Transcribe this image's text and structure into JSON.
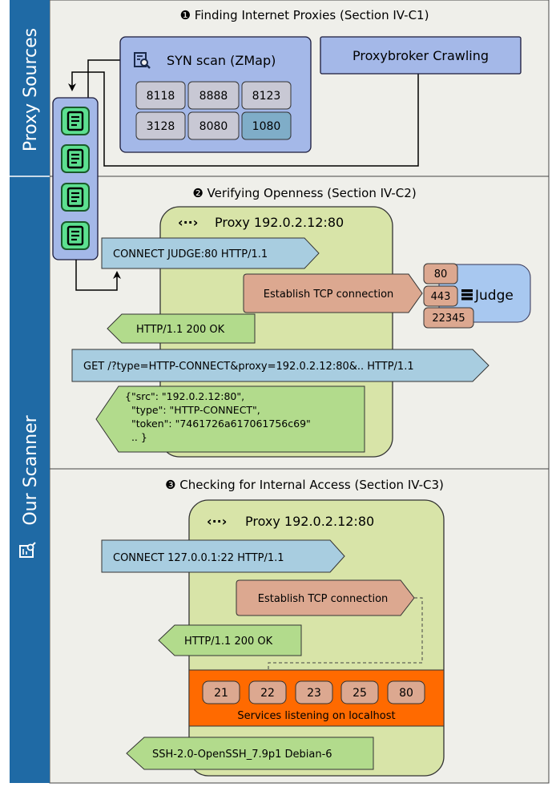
{
  "sidebar": {
    "sources_label": "Proxy Sources",
    "scanner_label": "Our Scanner",
    "colors": {
      "bar": "#1f6aa5",
      "text": "#ffffff"
    }
  },
  "section1": {
    "title": "❶ Finding Internet Proxies (Section IV-C1)",
    "syn_scan": {
      "label": "SYN scan (ZMap)",
      "icon": "search-document-icon",
      "ports": [
        "8118",
        "8888",
        "8123",
        "3128",
        "8080",
        "1080"
      ],
      "highlighted_port": "1080"
    },
    "proxybroker_label": "Proxybroker Crawling"
  },
  "proxy_list": {
    "icon": "list-document-icon",
    "count": 4
  },
  "section2": {
    "title": "❷ Verifying Openness (Section IV-C2)",
    "proxy_label": "Proxy 192.0.2.12:80",
    "connect_request": "CONNECT JUDGE:80 HTTP/1.1",
    "establish_tcp": "Establish TCP connection",
    "judge": {
      "label": "Judge",
      "icon": "server-icon",
      "ports": [
        "80",
        "443",
        "22345"
      ]
    },
    "ok_response": "HTTP/1.1 200 OK",
    "get_request": "GET /?type=HTTP-CONNECT&proxy=192.0.2.12:80&.. HTTP/1.1",
    "json_response": [
      "{\"src\": \"192.0.2.12:80\",",
      "  \"type\": \"HTTP-CONNECT\",",
      "  \"token\": \"7461726a617061756c69\"",
      "  .. }"
    ]
  },
  "section3": {
    "title": "❸ Checking for Internal Access (Section IV-C3)",
    "proxy_label": "Proxy 192.0.2.12:80",
    "connect_request": "CONNECT 127.0.0.1:22 HTTP/1.1",
    "establish_tcp": "Establish TCP connection",
    "ok_response": "HTTP/1.1 200 OK",
    "local_ports": [
      "21",
      "22",
      "23",
      "25",
      "80"
    ],
    "services_label": "Services listening on localhost",
    "ssh_banner": "SSH-2.0-OpenSSH_7.9p1 Debian-6"
  },
  "colors": {
    "panel_bg": "#efefea",
    "proxy_green": "#d8e4a8",
    "request_blue": "#a8cde0",
    "response_green": "#b2db8c",
    "tcp_orange": "#dca890",
    "judge_blue": "#a8c8f0",
    "scan_blue": "#a4b8e8",
    "port_grey": "#c8c8d4",
    "port_highlight": "#7fadc8",
    "services_orange": "#ff6a00",
    "list_green": "#5ce090"
  }
}
